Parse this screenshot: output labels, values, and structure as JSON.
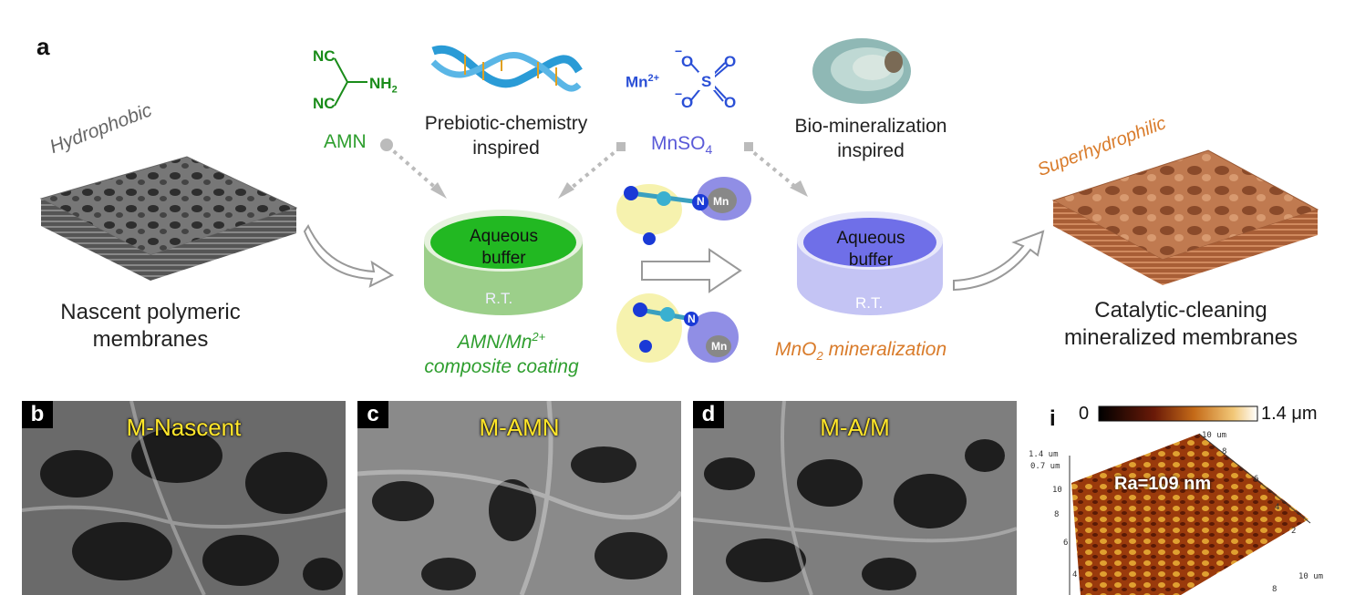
{
  "panel_a": {
    "letter": "a",
    "left_membrane": {
      "tag": "Hydrophobic",
      "label_line1": "Nascent polymeric",
      "label_line2": "membranes"
    },
    "amn": {
      "name": "AMN",
      "group_top": "NC",
      "group_bottom": "NC",
      "group_right": "NH",
      "subscript": "2"
    },
    "prebiotic": {
      "line1": "Prebiotic-chemistry",
      "line2": "inspired"
    },
    "mnso4": {
      "ion": "Mn",
      "charge": "2+",
      "name_main": "MnSO",
      "name_sub": "4",
      "s": "S",
      "o": "O",
      "neg": "−"
    },
    "biomin": {
      "line1": "Bio-mineralization",
      "line2": "inspired"
    },
    "dish1": {
      "line1": "Aqueous",
      "line2": "buffer",
      "temp": "R.T.",
      "caption1": "AMN/Mn",
      "caption1_sup": "2+",
      "caption2": "composite coating"
    },
    "dish2": {
      "line1": "Aqueous",
      "line2": "buffer",
      "temp": "R.T.",
      "caption_pre": "MnO",
      "caption_sub": "2",
      "caption_post": " mineralization"
    },
    "orbital": {
      "n": "N",
      "mn": "Mn"
    },
    "right_membrane": {
      "tag": "Superhydrophilic",
      "label_line1": "Catalytic-cleaning",
      "label_line2": "mineralized membranes"
    }
  },
  "sem_panels": [
    {
      "letter": "b",
      "title": "M-Nascent"
    },
    {
      "letter": "c",
      "title": "M-AMN"
    },
    {
      "letter": "d",
      "title": "M-A/M"
    }
  ],
  "afm": {
    "letter": "i",
    "scale_min": "0",
    "scale_max": "1.4 μm",
    "ra": "Ra=109 nm",
    "z_ticks": [
      "1.4 um",
      "0.7 um"
    ],
    "axis_ticks_left": [
      "10",
      "8",
      "6",
      "4"
    ],
    "axis_ticks_right": [
      "10 um",
      "8",
      "6",
      "4",
      "2"
    ],
    "axis_label_bottom": [
      "10 um",
      "8"
    ]
  },
  "colors": {
    "green": "#2e9e2e",
    "blue": "#5a5ad8",
    "orange": "#d97b2a",
    "sem_title": "#ffe62a"
  }
}
